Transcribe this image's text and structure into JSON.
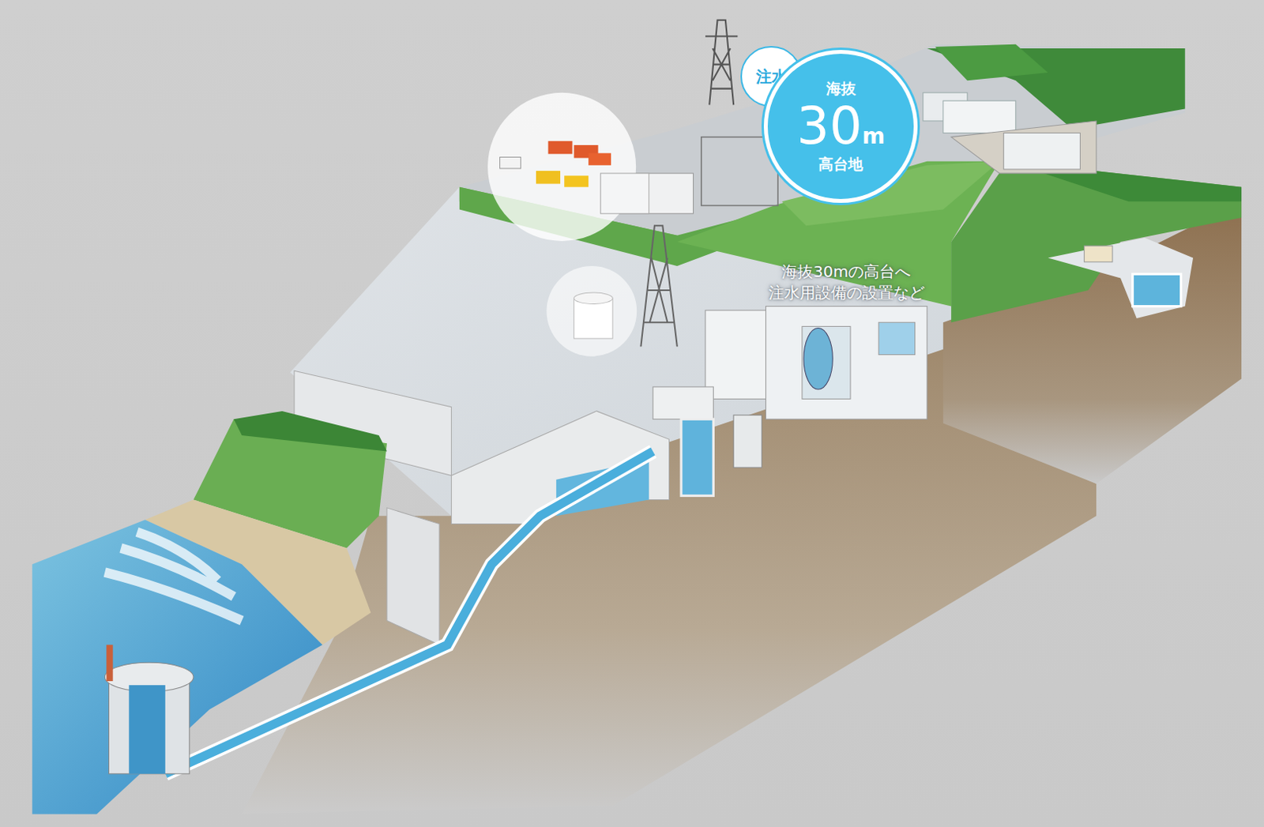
{
  "diagram": {
    "nodes": [
      {
        "text": [
          "注水"
        ]
      },
      {
        "text": [
          "海抜",
          "30",
          "m",
          "高台地"
        ]
      }
    ],
    "labels": [
      "海抜30mの高台へ 注水用設備の設置など"
    ]
  }
}
